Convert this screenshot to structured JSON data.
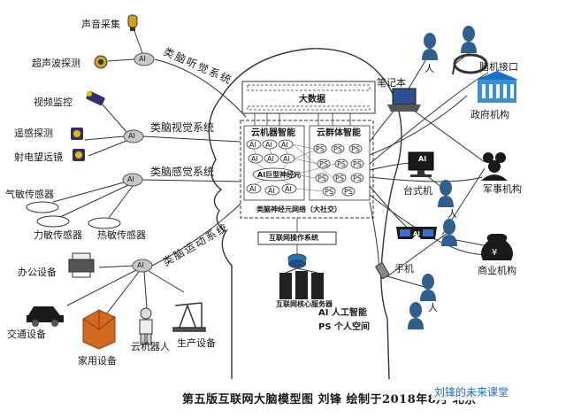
{
  "labels": {
    "sound_collect": "声音采集",
    "ultrasonic": "超声波探测",
    "video_monitor": "视频监控",
    "remote_sensing": "遥感探测",
    "radio_telescope": "射电望远镜",
    "gas_sensor": "气敏传感器",
    "force_sensor": "力敏传感器",
    "heat_sensor": "热敏传感器",
    "office_equipment": "办公设备",
    "transport_equipment": "交通设备",
    "home_equipment": "家用设备",
    "cloud_robot": "云机器人",
    "production_equipment": "生产设备",
    "notebook": "笔记本",
    "person": "人",
    "bci": "脑机接口",
    "government": "政府机构",
    "desktop": "台式机",
    "military": "军事机构",
    "business": "商业机构",
    "phone": "手机"
  },
  "systems": {
    "auditory": "类脑听觉系统",
    "visual": "类脑视觉系统",
    "sensory": "类脑感觉系统",
    "motor": "类脑运动系统"
  },
  "brain": {
    "big_data": "大数据",
    "cloud_machine": "云机器智能",
    "cloud_group": "云群体智能",
    "ai_neuron": "AI巨型神经元",
    "neural_network": "类脑神经元网络（大社交）",
    "os": "互联网操作系统",
    "core_server": "互联网核心服务器",
    "ai_node": "AI",
    "ps_node": "PS"
  },
  "hub_label": "AI",
  "legend": {
    "ai": "AI  人工智能",
    "ps": "PS  个人空间"
  },
  "caption": "第五版互联网大脑模型图    刘锋  绘制于2018年8月  北京",
  "watermark": "刘锋的未来课堂",
  "colors": {
    "line": "#333333",
    "hub": "#c8c8c8",
    "person": "#2f5f8f",
    "accent_blue": "#1a6fc8"
  }
}
